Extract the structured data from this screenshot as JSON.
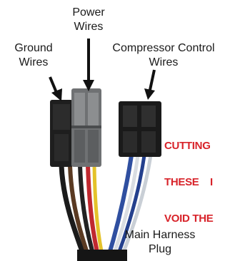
{
  "labels": {
    "power_line1": "Power",
    "power_line2": "Wires",
    "ground_line1": "Ground",
    "ground_line2": "Wires",
    "compressor_line1": "Compressor Control",
    "compressor_line2": "Wires",
    "harness_line1": "Main Harness",
    "harness_line2": "Plug"
  },
  "warning": {
    "line1": "CUTTING",
    "line2": "THESE    I",
    "line3": "VOID THE"
  },
  "colors": {
    "warning": "#d8232a",
    "arrow": "#111111",
    "wire_red": "#c0282f",
    "wire_yellow": "#e4c22a",
    "wire_blue": "#2f4fa0",
    "wire_white": "#d9dde2",
    "wire_black": "#1b1b1b",
    "wire_brown": "#5a3a22"
  }
}
